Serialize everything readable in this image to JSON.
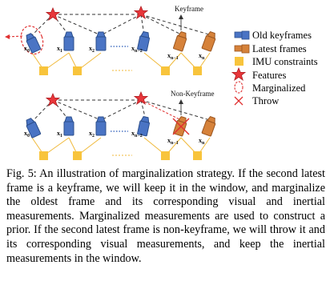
{
  "diagram": {
    "top_annotation": "Keyframe",
    "bottom_annotation": "Non-Keyframe",
    "top_row_frames": [
      "x0",
      "x1",
      "x2",
      "xn-2",
      "xn-1",
      "xn"
    ],
    "bottom_row_frames": [
      "x0",
      "x1",
      "x2",
      "xn-2",
      "xn-1",
      "xn"
    ],
    "colors": {
      "old_keyframe": "#4a74c4",
      "latest_frame": "#d6823a",
      "imu": "#f8c43c",
      "feature": "#e8363a",
      "marginalized": "#e03030",
      "throw": "#e03030"
    }
  },
  "legend": {
    "items": [
      {
        "label": "Old keyframes",
        "icon": "old-keyframe-camera-icon"
      },
      {
        "label": "Latest frames",
        "icon": "latest-frame-camera-icon"
      },
      {
        "label": "IMU constraints",
        "icon": "imu-square-icon"
      },
      {
        "label": "Features",
        "icon": "feature-star-icon"
      },
      {
        "label": "Marginalized",
        "icon": "dashed-ellipse-icon"
      },
      {
        "label": "Throw",
        "icon": "cross-icon"
      }
    ]
  },
  "caption": {
    "label": "Fig. 5:",
    "text": "An illustration of marginalization strategy. If the second latest frame is a keyframe, we will keep it in the window, and marginalize the oldest frame and its corresponding visual and inertial measurements. Marginalized measurements are used to construct a prior. If the second latest frame is non-keyframe, we will throw it and its corresponding visual measurements, and keep the inertial measurements in the window."
  }
}
